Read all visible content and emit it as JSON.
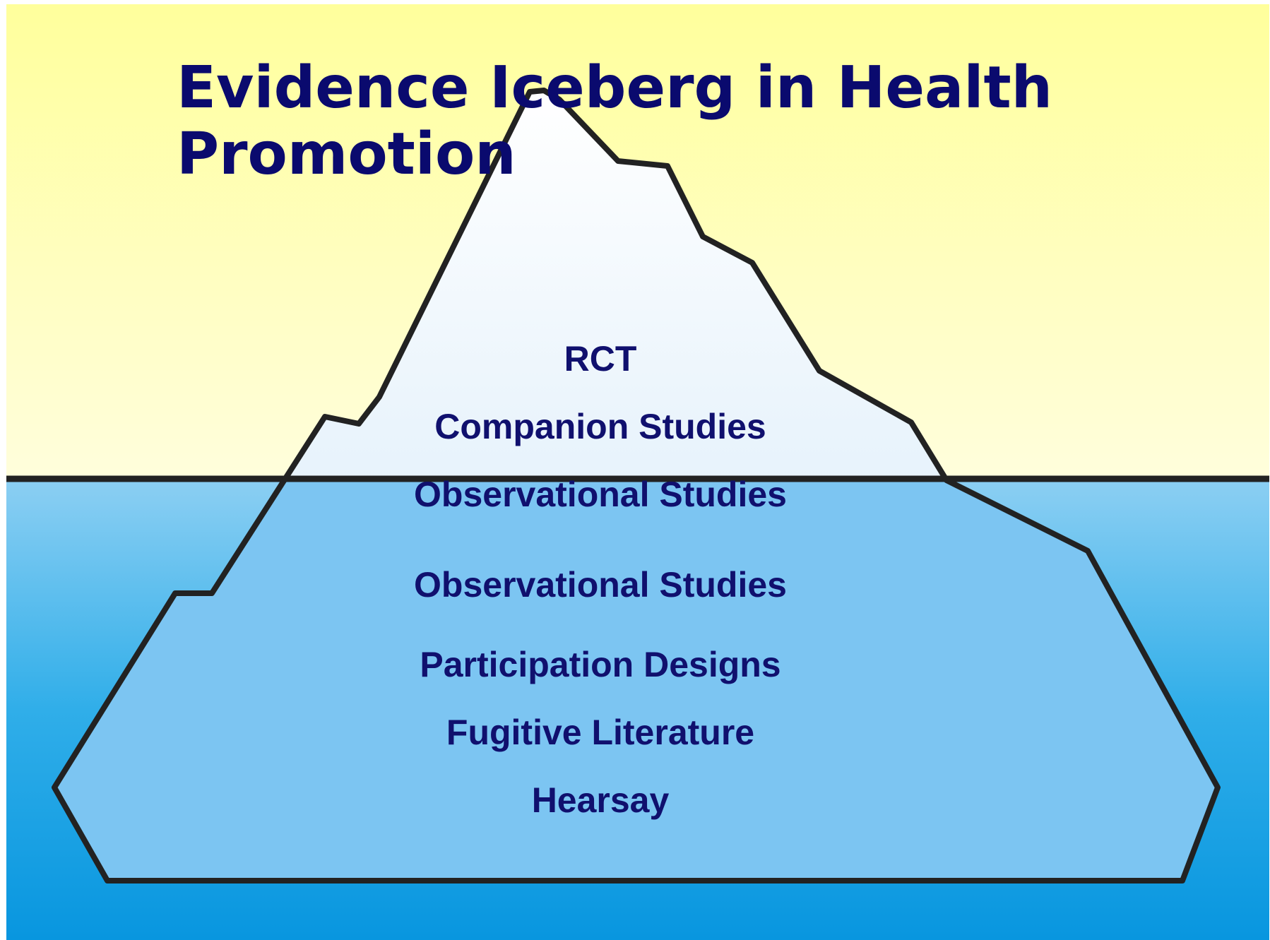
{
  "title": "Evidence Iceberg in Health Promotion",
  "layers": [
    "RCT",
    "Companion Studies",
    "Observational Studies",
    "Observational Studies",
    "Participation Designs",
    "Fugitive Literature",
    "Hearsay"
  ],
  "colors": {
    "sky_top": "#ffff99",
    "sky_bottom": "#fffdd9",
    "water_top": "#7cc6f0",
    "water_bottom": "#0898e0",
    "ice_above": "#ffffff",
    "ice_below": "#7cc5f2",
    "outline": "#222222",
    "text": "#0a0a6e"
  }
}
